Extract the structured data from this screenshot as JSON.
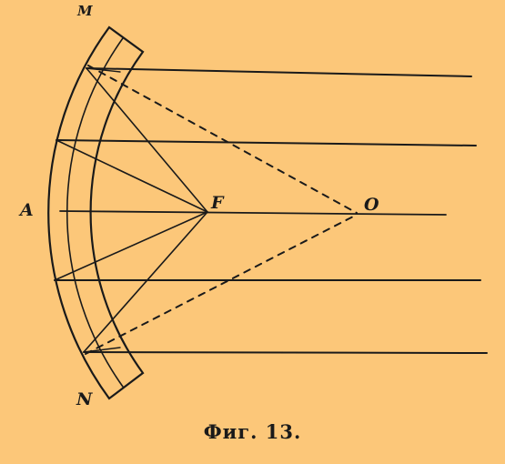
{
  "labels": {
    "top_end": "M",
    "vertex": "A",
    "focus": "F",
    "center": "O",
    "bottom_end": "N"
  },
  "caption": "Фиг. 13.",
  "colors": {
    "background": "#fcc779",
    "ink": "#1a1a1a"
  }
}
